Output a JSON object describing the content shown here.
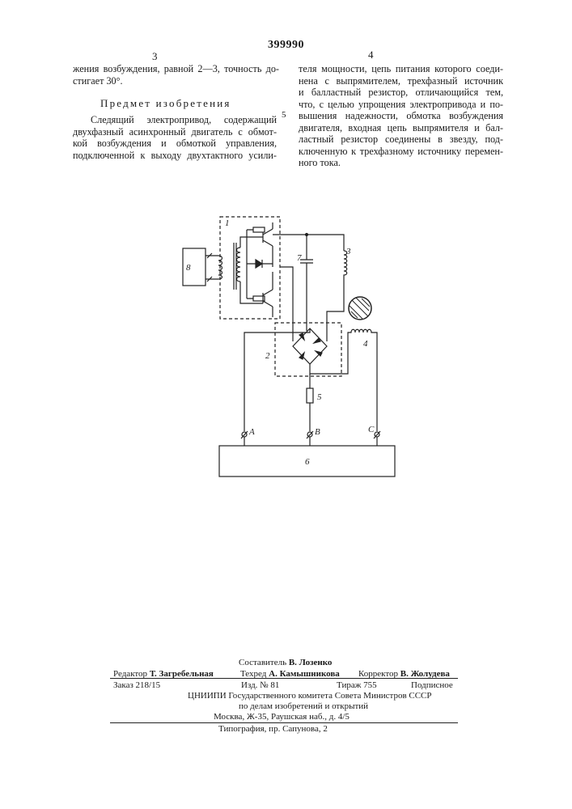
{
  "patent_number": "399990",
  "left_column": {
    "column_number": "3",
    "intro_lines": [
      "жения возбуждения, равной 2—3, точность до-",
      "стигает 30°."
    ],
    "heading": "Предмет изобретения",
    "body_lines": [
      "Следящий электропривод, содержащий",
      "двухфазный асинхронный двигатель с обмот-",
      "кой возбуждения и обмоткой управления,",
      "подключенной к выходу двухтактного усили-"
    ]
  },
  "right_column": {
    "column_number": "4",
    "line_number": "5",
    "lines": [
      "теля мощности, цепь питания которого соеди-",
      "нена с выпрямителем, трехфазный источник",
      "и балластный резистор, отличающийся тем,",
      "что, с целью упрощения электропривода и по-",
      "вышения надежности, обмотка возбуждения",
      "двигателя, входная цепь выпрямителя и бал-",
      "ластный резистор соединены в звезду, под-",
      "ключенную к трехфазному источнику перемен-",
      "ного тока."
    ]
  },
  "diagram": {
    "labels": {
      "amplifier": "1",
      "rectifier": "2",
      "control_winding": "3",
      "excitation_winding": "4",
      "ballast_resistor": "5",
      "source": "6",
      "capacitor": "7",
      "sensor": "8",
      "phase_a": "A",
      "phase_b": "B",
      "phase_c": "C"
    }
  },
  "colophon": {
    "compiler": {
      "label": "Составитель",
      "name": "В. Лозенко"
    },
    "editor": {
      "label": "Редактор",
      "name": "Т. Загребельная"
    },
    "tech_editor": {
      "label": "Техред",
      "name": "А. Камышникова"
    },
    "corrector": {
      "label": "Корректор",
      "name": "В. Жолудева"
    },
    "order": "Заказ 218/15",
    "edition": "Изд. № 81",
    "circulation": "Тираж 755",
    "subscription": "Подписное",
    "org_line1": "ЦНИИПИ Государственного комитета Совета Министров СССР",
    "org_line2": "по делам изобретений и открытий",
    "address": "Москва, Ж-35, Раушская наб., д. 4/5",
    "printer": "Типография, пр. Сапунова, 2"
  }
}
